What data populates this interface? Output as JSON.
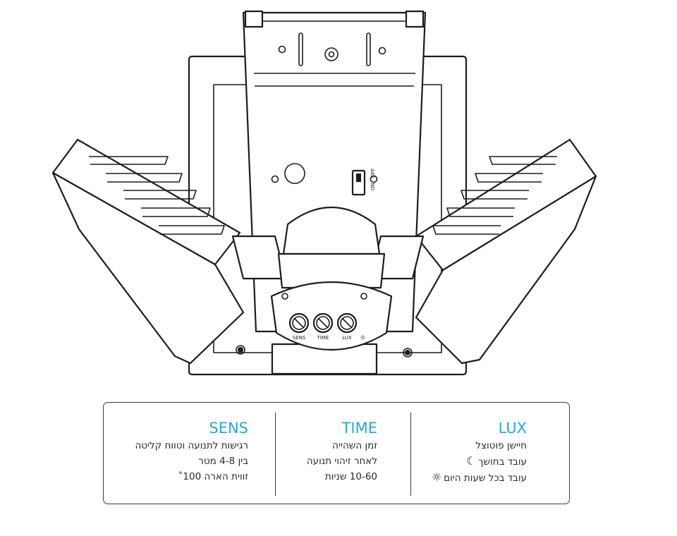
{
  "device": {
    "knobs": [
      {
        "label": "SENS"
      },
      {
        "label": "TIME"
      },
      {
        "label": "LUX"
      }
    ],
    "switch": {
      "on_label": "ON",
      "off_label": "OFF"
    }
  },
  "legend": {
    "lux": {
      "title": "LUX",
      "lines": [
        "חיישן פוטוצל",
        "עובד בחושך",
        "עובד בכל שעות היום"
      ],
      "icons": [
        "moon-icon",
        "sun-icon"
      ]
    },
    "time": {
      "title": "TIME",
      "lines": [
        "זמן השהייה",
        "לאחר זיהוי תנועה",
        "10-60 שניות"
      ]
    },
    "sens": {
      "title": "SENS",
      "lines": [
        "רגישות לתנועה וטווח קליטה",
        "בין 4-8 מטר",
        "זווית הארה 100˚"
      ]
    }
  },
  "colors": {
    "accent": "#29a8d8",
    "ink": "#1c1c1c"
  }
}
